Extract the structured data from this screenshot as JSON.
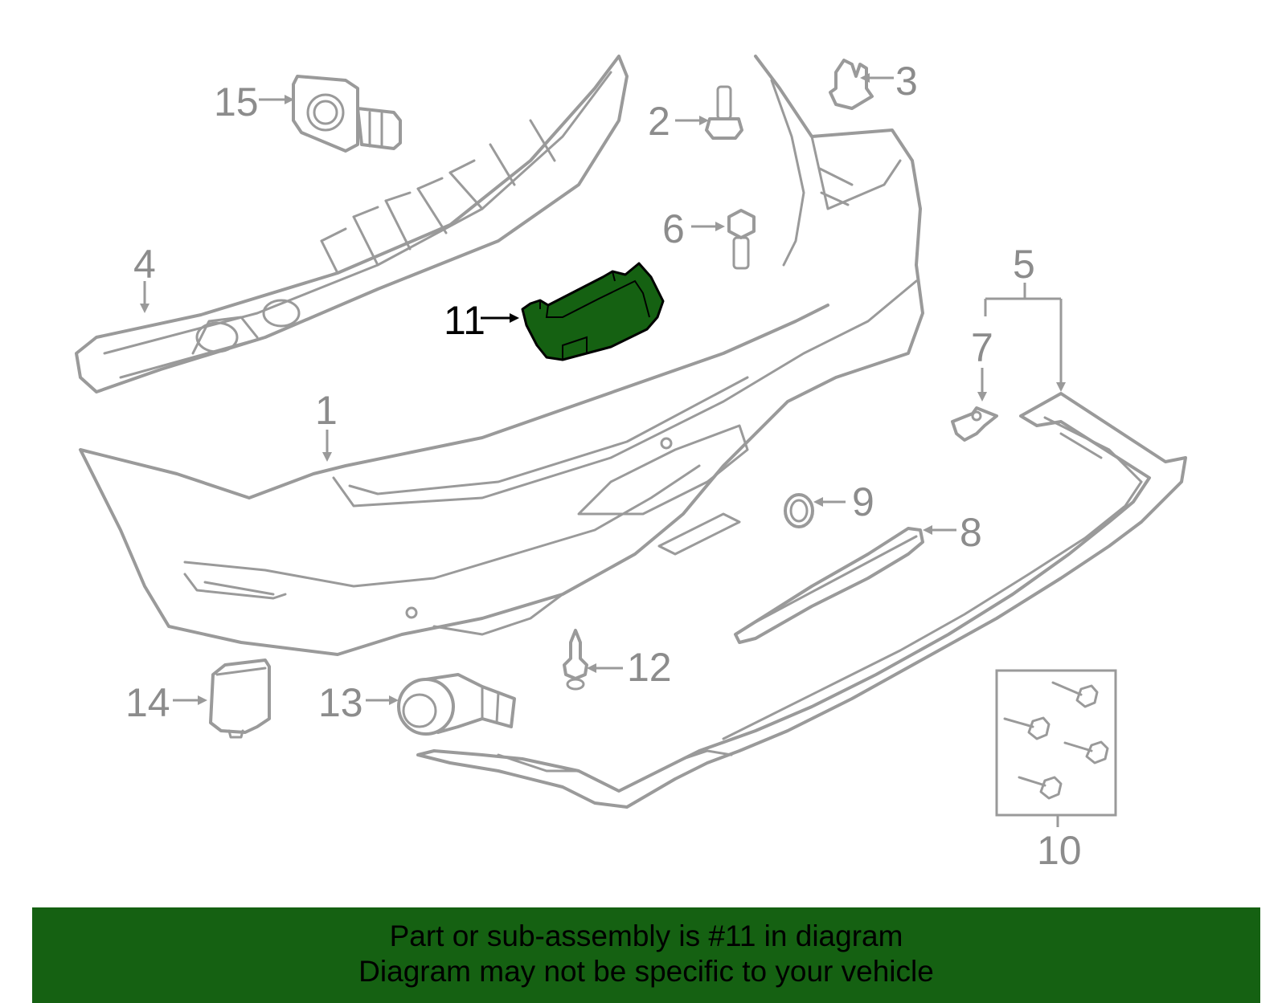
{
  "diagram": {
    "highlight_color": "#156112",
    "line_color": "#9a9a9a",
    "callouts": {
      "c1": "1",
      "c2": "2",
      "c3": "3",
      "c4": "4",
      "c5": "5",
      "c6": "6",
      "c7": "7",
      "c8": "8",
      "c9": "9",
      "c10": "10",
      "c11": "11",
      "c12": "12",
      "c13": "13",
      "c14": "14",
      "c15": "15"
    }
  },
  "banner": {
    "line1": "Part or sub-assembly is #11 in diagram",
    "line2": "Diagram may not be specific to your vehicle"
  }
}
